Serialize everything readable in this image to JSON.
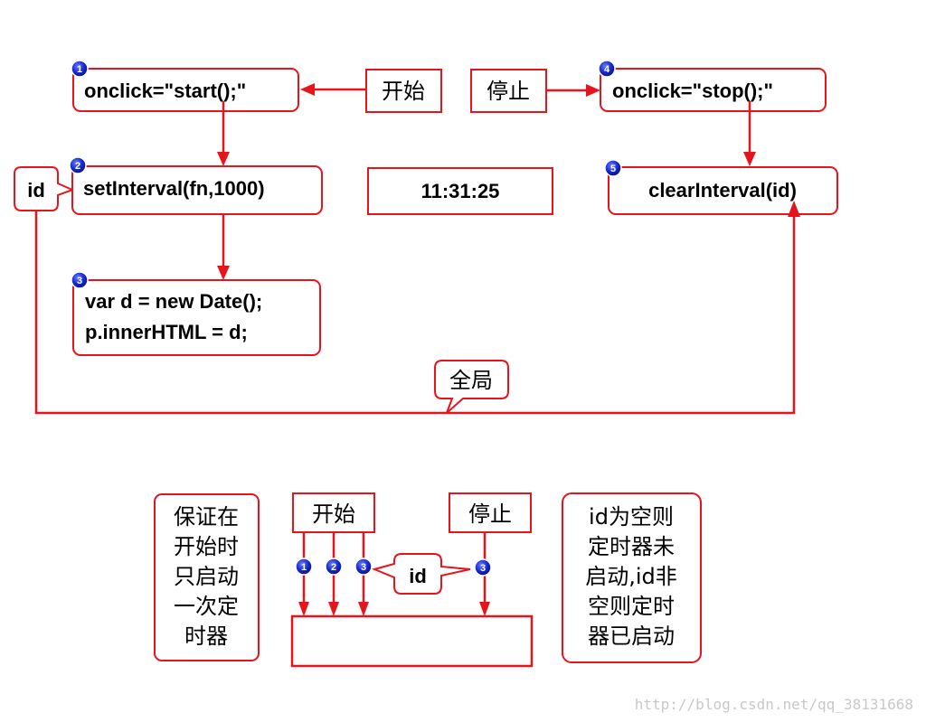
{
  "top": {
    "start_code": "onclick=\"start();\"",
    "start_label": "开始",
    "stop_label": "停止",
    "stop_code": "onclick=\"stop();\"",
    "id_label": "id",
    "set_interval": "setInterval(fn,1000)",
    "time_display": "11:31:25",
    "clear_interval": "clearInterval(id)",
    "code_line1": "var d = new Date();",
    "code_line2": "p.innerHTML = d;",
    "global_label": "全局"
  },
  "badges": [
    "1",
    "2",
    "3",
    "4",
    "5"
  ],
  "bottom": {
    "left_note": [
      "保证在",
      "开始时",
      "只启动",
      "一次定",
      "时器"
    ],
    "start_label": "开始",
    "stop_label": "停止",
    "id_label": "id",
    "badges": [
      "1",
      "2",
      "3",
      "3"
    ],
    "right_note": [
      "id为空则",
      "定时器未",
      "启动,id非",
      "空则定时",
      "器已启动"
    ]
  },
  "watermark": "http://blog.csdn.net/qq_38131668",
  "colors": {
    "accent": "#e8141c",
    "badge": "#1020c8"
  }
}
